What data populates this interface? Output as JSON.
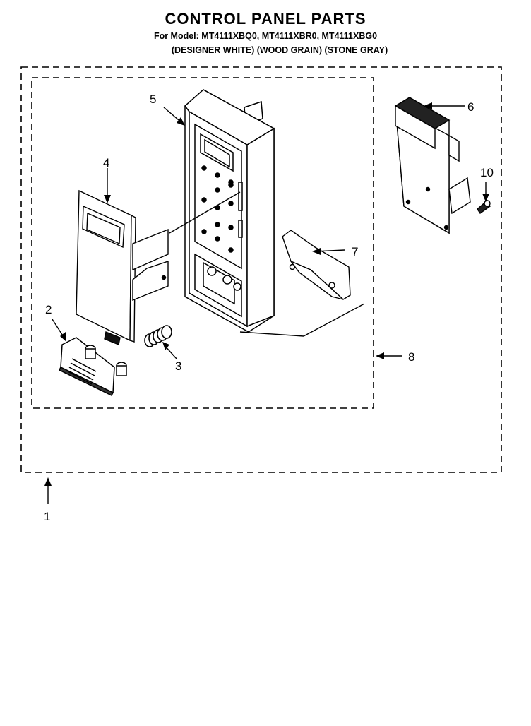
{
  "header": {
    "title": "CONTROL PANEL PARTS",
    "models_line": "For Model: MT4111XBQ0, MT4111XBR0, MT4111XBG0",
    "finish_line": "(DESIGNER WHITE) (WOOD GRAIN) (STONE GRAY)"
  },
  "callouts": {
    "c1": "1",
    "c2": "2",
    "c3": "3",
    "c4": "4",
    "c5": "5",
    "c6": "6",
    "c7": "7",
    "c8": "8",
    "c10": "10"
  },
  "colors": {
    "line": "#000000",
    "background": "#ffffff"
  }
}
